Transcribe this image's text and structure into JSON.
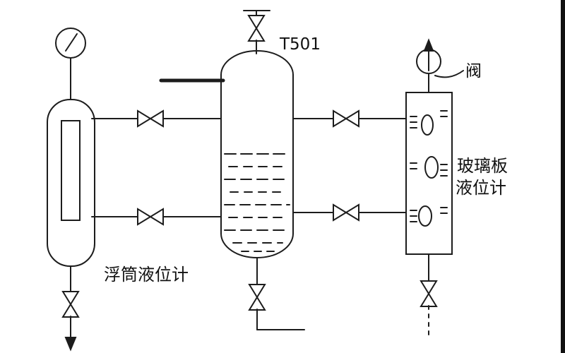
{
  "diagram": {
    "labels": {
      "vessel_tag": "T501",
      "float_gauge": "浮筒液位计",
      "glass_gauge_line1": "玻璃板",
      "glass_gauge_line2": "液位计",
      "top_right_tag": "阀"
    },
    "colors": {
      "stroke": "#1c1c1c",
      "background": "#ffffff",
      "text": "#111111"
    }
  }
}
